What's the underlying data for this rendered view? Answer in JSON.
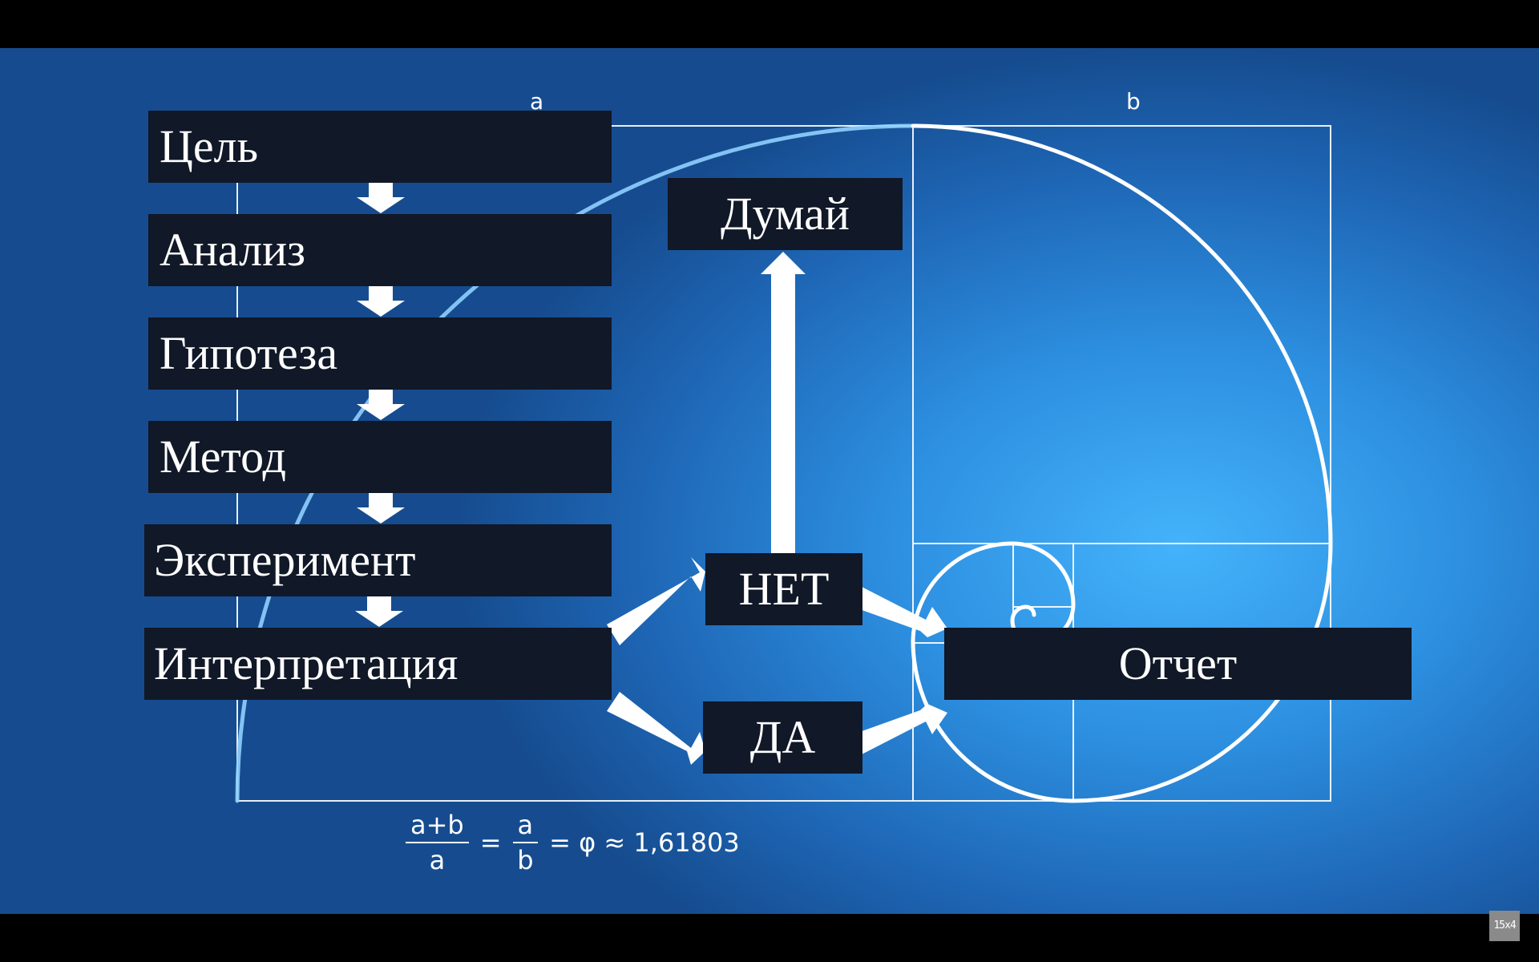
{
  "steps": [
    "Цель",
    "Анализ",
    "Гипотеза",
    "Метод",
    "Эксперимент",
    "Интерпретация"
  ],
  "nodes": {
    "think": "Думай",
    "no": "НЕТ",
    "yes": "ДА",
    "report": "Отчет"
  },
  "golden_ratio": {
    "label_a": "a",
    "label_b": "b",
    "frac1_num": "a+b",
    "frac1_den": "a",
    "equals": "=",
    "frac2_num": "a",
    "frac2_den": "b",
    "tail": "= φ ≈ 1,61803"
  },
  "watermark": "15x4",
  "colors": {
    "box_fill": "#111827",
    "arrow": "#ffffff",
    "background_light": "#44b3fb",
    "background_dark": "#164c8f"
  }
}
